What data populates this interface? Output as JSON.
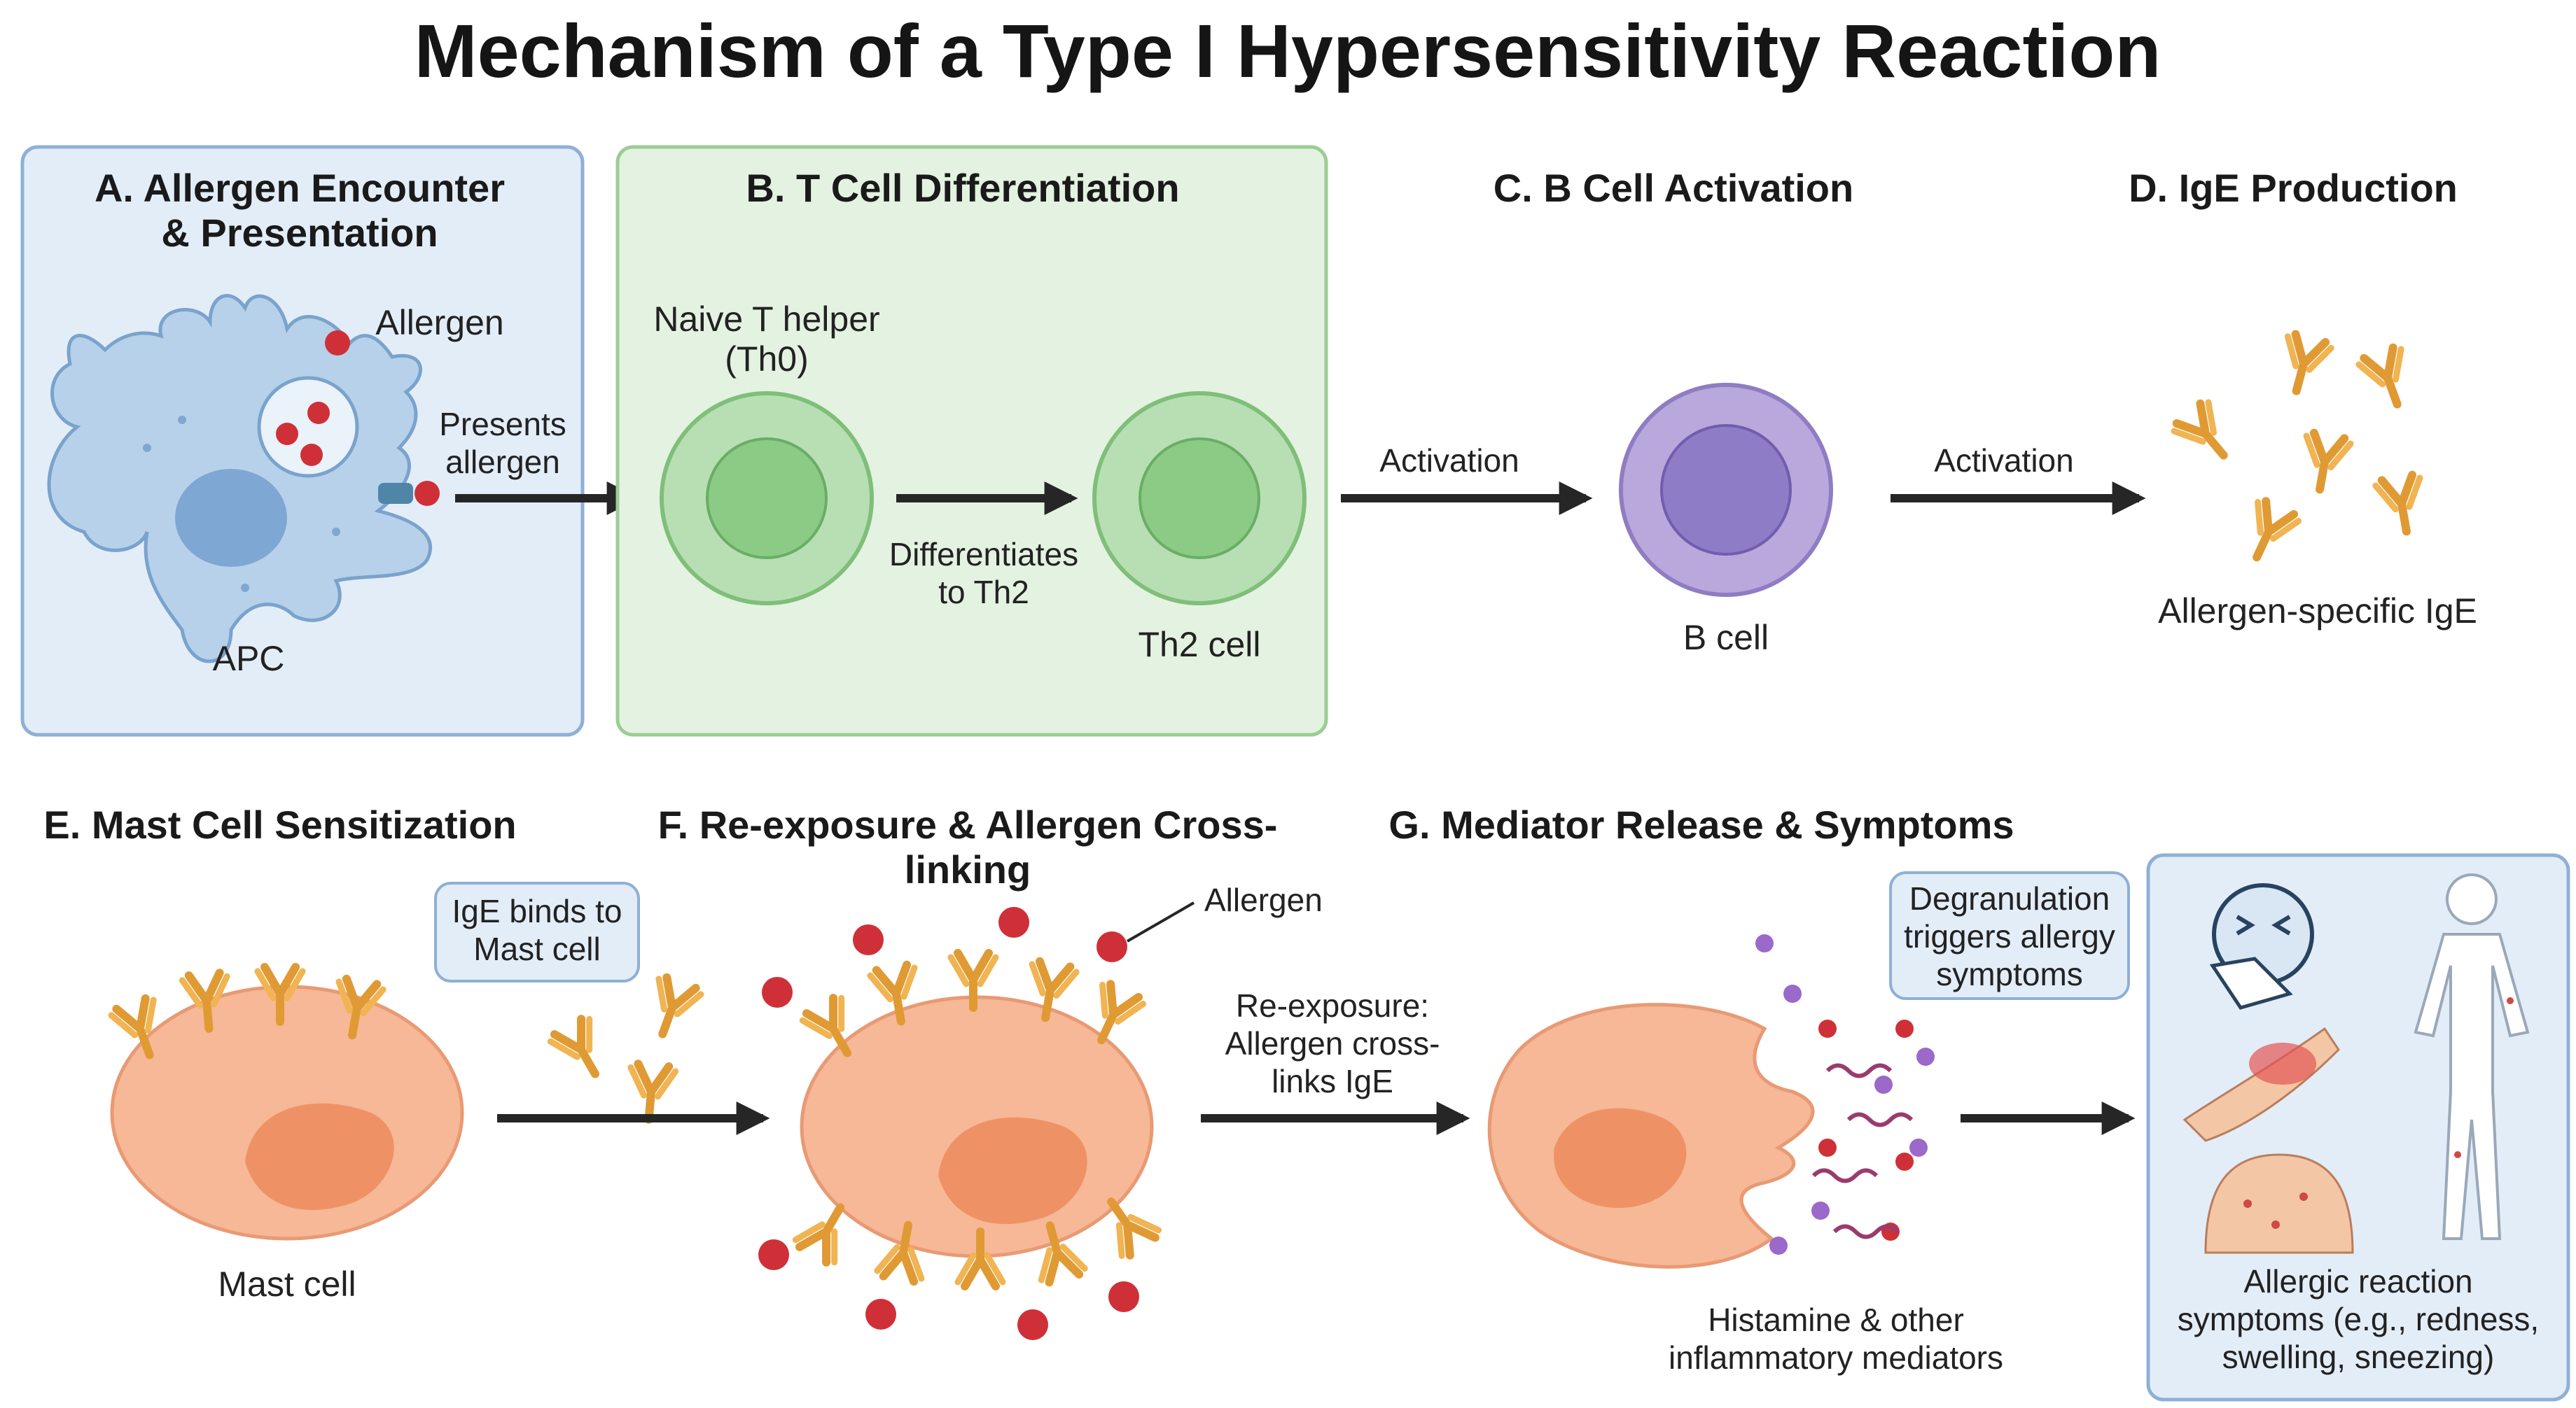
{
  "title": "Mechanism of a Type I Hypersensitivity Reaction",
  "panels": {
    "a": {
      "heading_1": "A. Allergen Encounter",
      "heading_2": "& Presentation",
      "allergen": "Allergen",
      "presents_1": "Presents",
      "presents_2": "allergen",
      "apc": "APC"
    },
    "b": {
      "heading": "B. T Cell Differentiation",
      "naive_1": "Naive T helper",
      "naive_2": "(Th0)",
      "diff_1": "Differentiates",
      "diff_2": "to Th2",
      "th2": "Th2 cell"
    },
    "c": {
      "heading": "C. B Cell Activation",
      "activation": "Activation",
      "bcell": "B cell"
    },
    "d": {
      "heading": "D. IgE Production",
      "activation": "Activation",
      "ige": "Allergen-specific IgE"
    },
    "e": {
      "heading": "E. Mast Cell Sensitization",
      "callout_1": "IgE binds to",
      "callout_2": "Mast cell",
      "mast": "Mast cell"
    },
    "f": {
      "heading_1": "F. Re-exposure & Allergen Cross-",
      "heading_2": "linking",
      "allergen": "Allergen",
      "reexp_1": "Re-exposure:",
      "reexp_2": "Allergen cross-",
      "reexp_3": "links IgE"
    },
    "g": {
      "heading": "G. Mediator Release & Symptoms",
      "callout_1": "Degranulation",
      "callout_2": "triggers allergy",
      "callout_3": "symptoms",
      "mediators_1": "Histamine & other",
      "mediators_2": "inflammatory mediators",
      "symptoms_1": "Allergic reaction",
      "symptoms_2": "symptoms (e.g., redness,",
      "symptoms_3": "swelling, sneezing)"
    }
  },
  "colors": {
    "panel_a_fill": "#e3edf8",
    "panel_a_border": "#8fb0d6",
    "panel_b_fill": "#e4f2e1",
    "panel_b_border": "#9ccc95",
    "apc": "#b7d1ea",
    "allergen": "#cf3038",
    "tcell": "#b8dfb3",
    "bcell": "#b9a8dc",
    "antibody": "#e8a23a",
    "receptor": "#4f86a8",
    "mast": "#f6b896",
    "arrow": "#262626"
  }
}
